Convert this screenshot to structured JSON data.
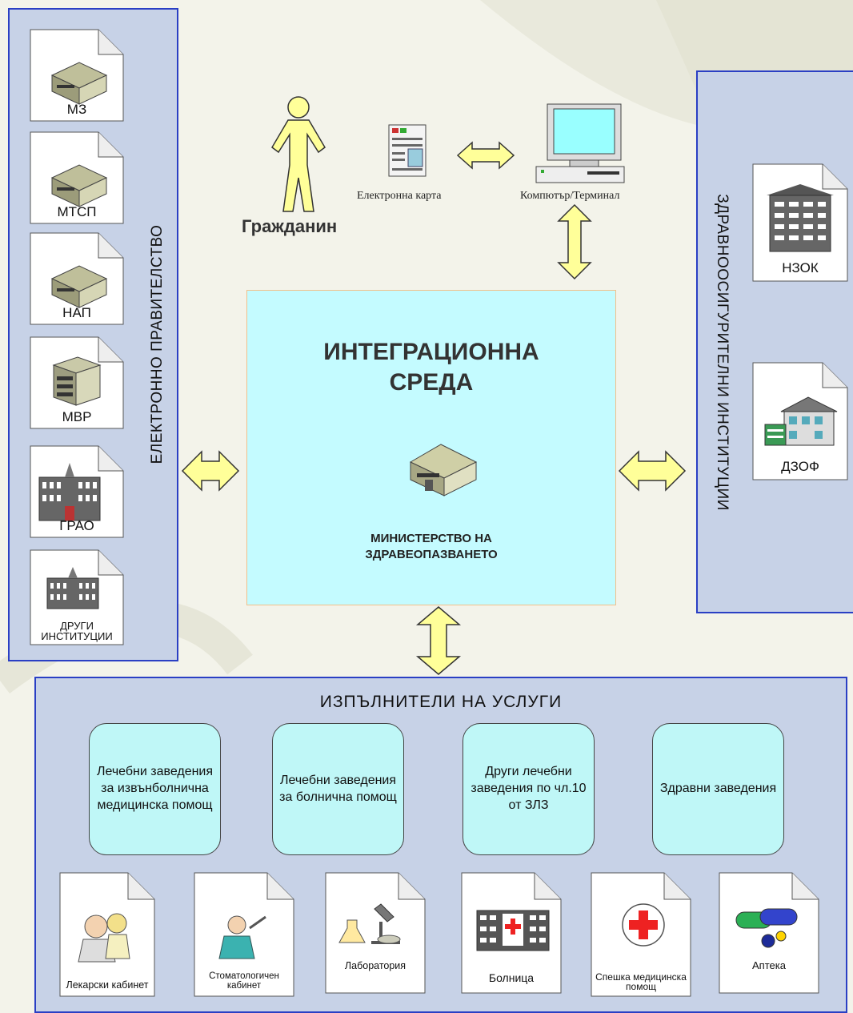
{
  "colors": {
    "panel_fill": "#c7d2e7",
    "panel_border": "#2a3fc4",
    "center_fill": "#c4fbff",
    "rounded_box_fill": "#bff7f7",
    "arrow_fill": "#ffff99"
  },
  "left_panel": {
    "title": "ЕЛЕКТРОННО ПРАВИТЕЛСТВО",
    "items": [
      {
        "label": "МЗ",
        "icon": "government-building-icon"
      },
      {
        "label": "МТСП",
        "icon": "government-building-icon"
      },
      {
        "label": "НАП",
        "icon": "government-building-icon"
      },
      {
        "label": "МВР",
        "icon": "office-building-icon"
      },
      {
        "label": "ГРАО",
        "icon": "parliament-building-icon"
      },
      {
        "label": "ДРУГИ ИНСТИТУЦИИ",
        "icon": "parliament-building-icon"
      }
    ]
  },
  "right_panel": {
    "title": "ЗДРАВНООСИГУРИТЕЛНИ ИНСТИТУЦИИ",
    "items": [
      {
        "label": "НЗОК",
        "icon": "office-tower-icon"
      },
      {
        "label": "ДЗОФ",
        "icon": "house-building-icon"
      }
    ]
  },
  "top": {
    "citizen_label": "Гражданин",
    "card_label": "Електронна  карта",
    "computer_label": "Компютър/Терминал"
  },
  "center": {
    "title_line1": "ИНТЕГРАЦИОННА",
    "title_line2": "СРЕДА",
    "subtitle_line1": "МИНИСТЕРСТВО НА",
    "subtitle_line2": "ЗДРАВЕОПАЗВАНЕТО"
  },
  "bottom_panel": {
    "title": "ИЗПЪЛНИТЕЛИ  НА   УСЛУГИ",
    "boxes": [
      "Лечебни заведения за извънболнична медицинска помощ",
      "Лечебни заведения за болнична помощ",
      "Други лечебни заведения по  чл.10 от ЗЛЗ",
      "Здравни заведения"
    ],
    "docs": [
      {
        "label": "Лекарски кабинет",
        "icon": "doctor-icon"
      },
      {
        "label": "Стоматологичен кабинет",
        "icon": "dentist-icon"
      },
      {
        "label": "Лаборатория",
        "icon": "microscope-icon"
      },
      {
        "label": "Болница",
        "icon": "hospital-icon"
      },
      {
        "label": "Спешка медицинска помощ",
        "icon": "red-cross-icon"
      },
      {
        "label": "Аптека",
        "icon": "pills-icon"
      }
    ]
  }
}
